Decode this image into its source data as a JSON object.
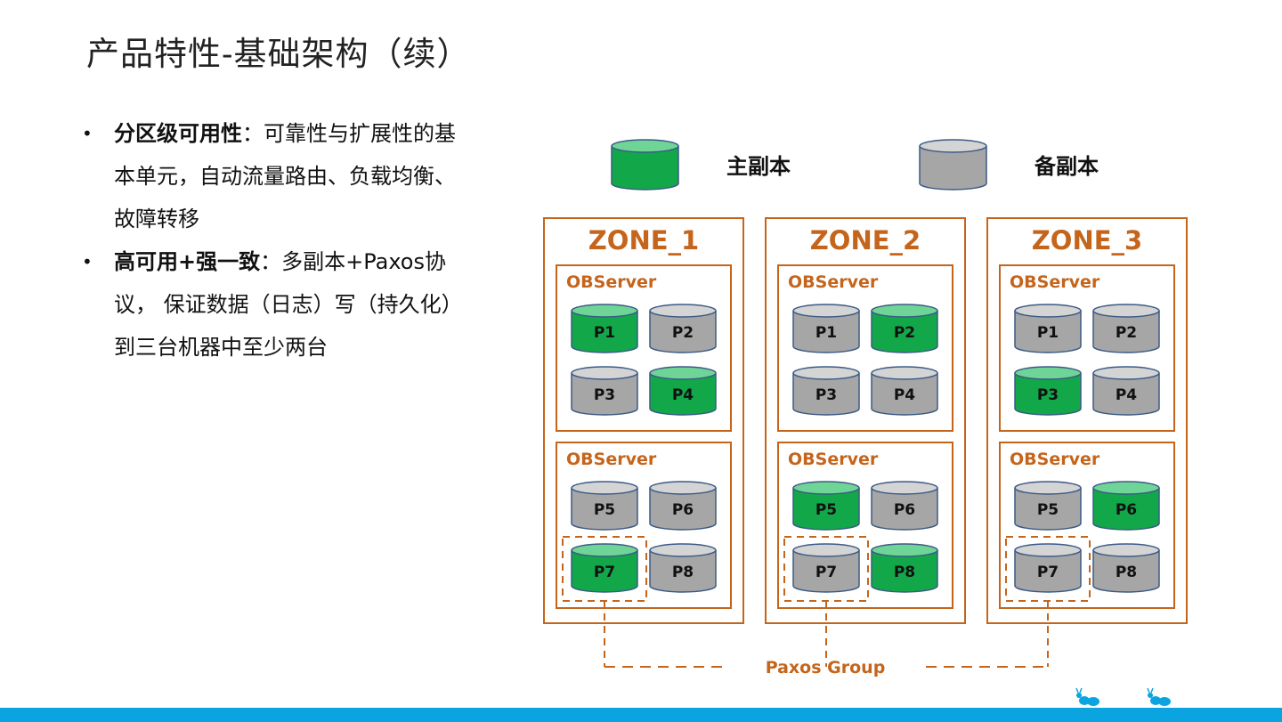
{
  "title": "产品特性-基础架构（续）",
  "bullets": [
    {
      "bold": "分区级可用性",
      "text": "：可靠性与扩展性的基本单元，自动流量路由、负载均衡、故障转移"
    },
    {
      "bold": "高可用+强一致",
      "text": "：多副本+Paxos协议， 保证数据（日志）写（持久化）到三台机器中至少两台"
    }
  ],
  "legend": {
    "primary_label": "主副本",
    "backup_label": "备副本"
  },
  "colors": {
    "primary": "#12a84a",
    "backup": "#a6a6a6",
    "accent": "#c5651c",
    "footer": "#0aa4e0"
  },
  "observer_label": "OBServer",
  "zones": [
    {
      "name": "ZONE_1",
      "servers": [
        {
          "partitions": [
            {
              "label": "P1",
              "primary": true
            },
            {
              "label": "P2",
              "primary": false
            },
            {
              "label": "P3",
              "primary": false
            },
            {
              "label": "P4",
              "primary": true
            }
          ]
        },
        {
          "partitions": [
            {
              "label": "P5",
              "primary": false
            },
            {
              "label": "P6",
              "primary": false
            },
            {
              "label": "P7",
              "primary": true
            },
            {
              "label": "P8",
              "primary": false
            }
          ]
        }
      ]
    },
    {
      "name": "ZONE_2",
      "servers": [
        {
          "partitions": [
            {
              "label": "P1",
              "primary": false
            },
            {
              "label": "P2",
              "primary": true
            },
            {
              "label": "P3",
              "primary": false
            },
            {
              "label": "P4",
              "primary": false
            }
          ]
        },
        {
          "partitions": [
            {
              "label": "P5",
              "primary": true
            },
            {
              "label": "P6",
              "primary": false
            },
            {
              "label": "P7",
              "primary": false
            },
            {
              "label": "P8",
              "primary": true
            }
          ]
        }
      ]
    },
    {
      "name": "ZONE_3",
      "servers": [
        {
          "partitions": [
            {
              "label": "P1",
              "primary": false
            },
            {
              "label": "P2",
              "primary": false
            },
            {
              "label": "P3",
              "primary": true
            },
            {
              "label": "P4",
              "primary": false
            }
          ]
        },
        {
          "partitions": [
            {
              "label": "P5",
              "primary": false
            },
            {
              "label": "P6",
              "primary": true
            },
            {
              "label": "P7",
              "primary": false
            },
            {
              "label": "P8",
              "primary": false
            }
          ]
        }
      ]
    }
  ],
  "paxos_group_label": "Paxos Group",
  "logo_icon": "ant-icon"
}
